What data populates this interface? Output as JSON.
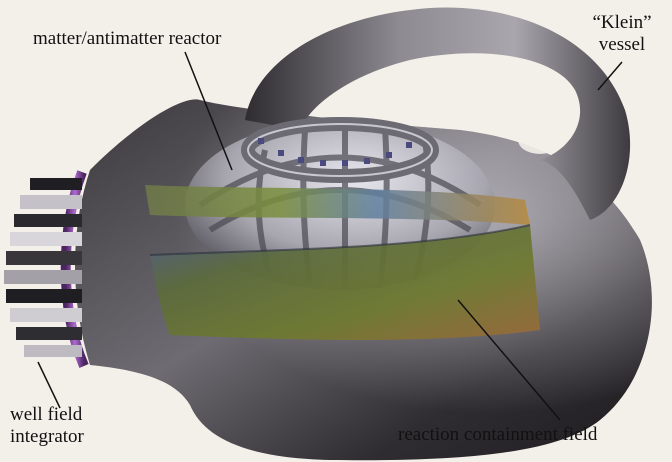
{
  "labels": {
    "reactor": "matter/antimatter reactor",
    "klein_line1": "“Klein”",
    "klein_line2": "vessel",
    "well_line1": "well field",
    "well_line2": "integrator",
    "containment": "reaction containment field"
  },
  "colors": {
    "background": "#f3f0ea",
    "vessel_dark": "#2c2a2d",
    "vessel_light": "#8a8790",
    "integrator_ring": "#8a3fa0",
    "leader_line": "#111111"
  }
}
